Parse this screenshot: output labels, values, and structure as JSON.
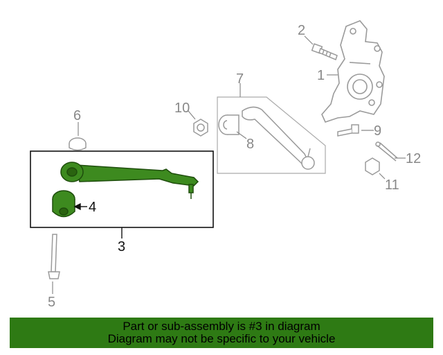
{
  "colors": {
    "highlight": "#2e7a14",
    "highlight_part": "#3d8a1f",
    "line_gray": "#999999",
    "label_gray": "#888888"
  },
  "callouts": {
    "c1": "1",
    "c2": "2",
    "c3": "3",
    "c4": "4",
    "c5": "5",
    "c6": "6",
    "c7": "7",
    "c8": "8",
    "c9": "9",
    "c10": "10",
    "c11": "11",
    "c12": "12"
  },
  "banner": {
    "line1": "Part or sub-assembly is #3 in diagram",
    "line2": "Diagram may not be specific to your vehicle"
  }
}
